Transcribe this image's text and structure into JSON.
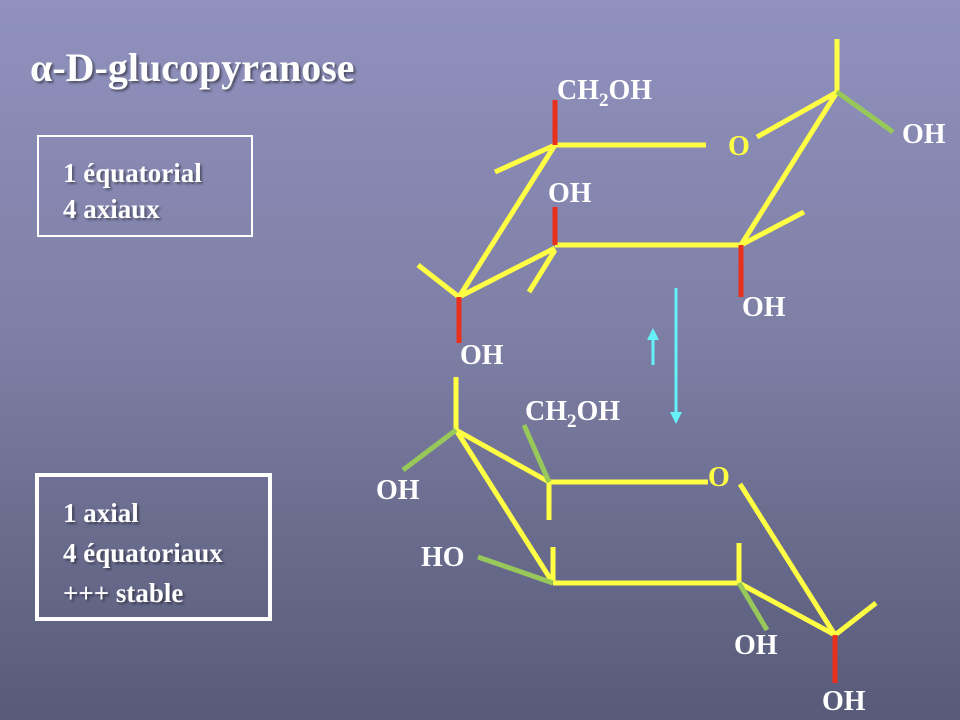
{
  "title": "α-D-glucopyranose",
  "box_top": {
    "line1": "1 équatorial",
    "line2": "4 axiaux"
  },
  "box_bottom": {
    "line1": "1 axial",
    "line2": "4 équatoriaux",
    "line3": "+++ stable"
  },
  "top_structure": {
    "ch2oh": {
      "a": "CH",
      "sub": "2",
      "b": "OH"
    },
    "ring_oxygen": "O",
    "oh_c1": "OH",
    "oh_c3": "OH",
    "oh_c2": "OH",
    "oh_c4": "OH"
  },
  "bottom_structure": {
    "ch2oh": {
      "a": "CH",
      "sub": "2",
      "b": "OH"
    },
    "ring_oxygen": "O",
    "oh_c4": "OH",
    "ho_c3": "HO",
    "oh_c2": "OH",
    "oh_c1": "OH"
  },
  "colors": {
    "bond": "#ffff44",
    "axial": "#e8301c",
    "equatorial": "#98c85a",
    "arrow": "#66f0f8"
  }
}
